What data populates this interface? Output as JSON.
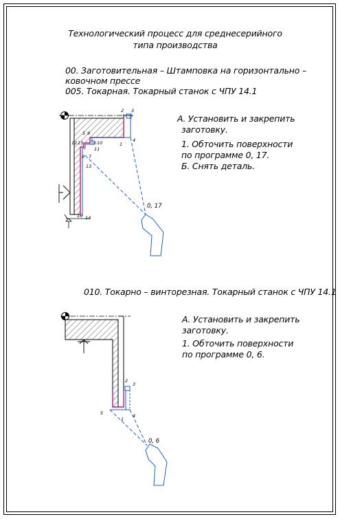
{
  "title": {
    "line1": "Технологический процесс для среднесерийного",
    "line2": "типа производства"
  },
  "operations": {
    "op000": {
      "line1": "00. Заготовительная – Штамповка на горизонтально –",
      "line2": "ковочном прессе"
    },
    "op005": {
      "line1": "005. Токарная. Токарный станок с ЧПУ 14.1"
    },
    "op010": {
      "line1": "010. Токарно – винторезная. Токарный станок с ЧПУ 14.1"
    }
  },
  "steps1": {
    "a1": "А. Установить и закрепить",
    "a2": "заготовку.",
    "s1": "1. Обточить поверхности",
    "s2": "по программе 0, 17.",
    "b1": "Б. Снять деталь."
  },
  "steps2": {
    "a1": "А. Установить и закрепить",
    "a2": "заготовку.",
    "s1": "1. Обточить поверхности",
    "s2": "по программе 0, 6."
  },
  "sketch1": {
    "labels": {
      "p2": "2",
      "p3": "3",
      "p1": "1",
      "p4": "4",
      "p5": "5",
      "p9": "9",
      "p12": "12",
      "p15": "15",
      "p6": "6",
      "p10": "10",
      "p11": "11",
      "p8": "8",
      "p7": "7",
      "p13": "13",
      "p16": "16",
      "p14": "14",
      "origin": "0, 17"
    }
  },
  "sketch2": {
    "labels": {
      "p2": "2",
      "p3": "3",
      "p5": "5",
      "p1": "1",
      "p4": "4",
      "origin": "0, 6"
    }
  },
  "colors": {
    "toolpath": "#1a5fd0",
    "contour": "#c0157a",
    "lines": "#000000"
  }
}
